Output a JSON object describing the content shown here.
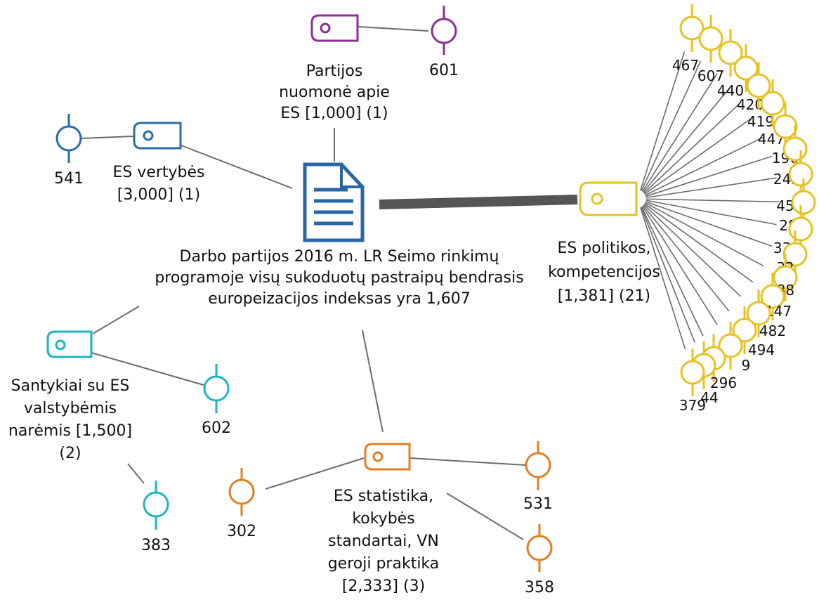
{
  "colors": {
    "document": "#2a66a4",
    "purple": "#8e2d95",
    "blue": "#2c6aa6",
    "yellow": "#e6c221",
    "cyan": "#1bb4c4",
    "orange": "#df7f22",
    "edge": "#6b6b6b",
    "main_edge": "#555555"
  },
  "document": {
    "icon": "document-icon",
    "lines": [
      "Darbo partijos 2016 m. LR Seimo rinkimų",
      "programoje visų sukoduotų pastraipų bendrasis",
      "europeizacijos indeksas yra 1,607"
    ]
  },
  "categories": {
    "purple": {
      "icon": "tag-icon",
      "label_lines": [
        "Partijos",
        "nuomonė apie",
        "ES [1,000] (1)"
      ],
      "codes": [
        "601"
      ]
    },
    "blue": {
      "icon": "tag-icon",
      "label_lines": [
        "ES vertybės",
        "[3,000] (1)"
      ],
      "codes": [
        "541"
      ]
    },
    "yellow": {
      "icon": "tag-icon",
      "label_lines": [
        "ES politikos,",
        "kompetencijos",
        "[1,381] (21)"
      ],
      "codes": [
        "467",
        "607",
        "440",
        "420",
        "419",
        "447",
        "196",
        "245",
        "45",
        "28",
        "338",
        "32",
        "288",
        "147",
        "482",
        "494",
        "9",
        "296",
        "44",
        "379"
      ]
    },
    "cyan": {
      "icon": "tag-icon",
      "label_lines": [
        "Santykiai su ES",
        "valstybėmis",
        "narėmis [1,500]",
        "(2)"
      ],
      "codes": [
        "602",
        "383"
      ]
    },
    "orange": {
      "icon": "tag-icon",
      "label_lines": [
        "ES statistika,",
        "kokybės",
        "standartai, VN",
        "geroji praktika",
        "[2,333] (3)"
      ],
      "codes": [
        "302",
        "531",
        "358"
      ]
    }
  }
}
